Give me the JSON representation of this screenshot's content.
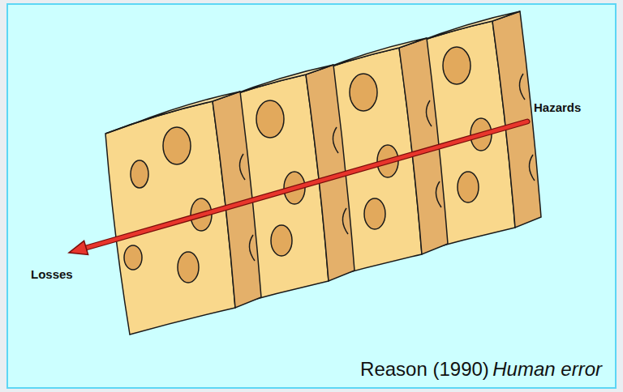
{
  "diagram": {
    "labels": [
      "Hazards",
      "Losses",
      "Reason (1990)",
      "Human error"
    ]
  }
}
